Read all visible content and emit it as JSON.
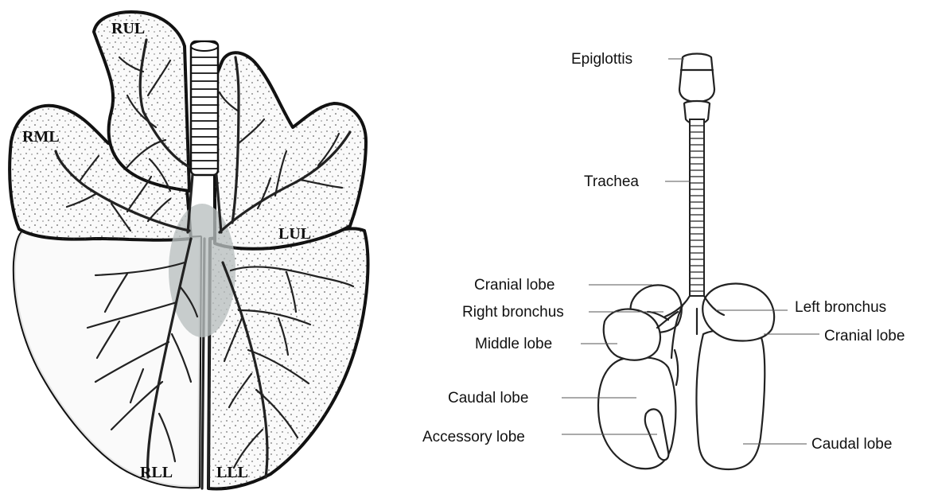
{
  "left_panel": {
    "labels": {
      "rul": "RUL",
      "rml": "RML",
      "lul": "LUL",
      "rll": "RLL",
      "lll": "LLL"
    },
    "highlight_color": "#b9bfbf"
  },
  "right_panel": {
    "labels": {
      "epiglottis": "Epiglottis",
      "trachea": "Trachea",
      "cranial_lobe_right": "Cranial lobe",
      "right_bronchus": "Right bronchus",
      "middle_lobe": "Middle lobe",
      "caudal_lobe_right": "Caudal lobe",
      "accessory_lobe": "Accessory lobe",
      "left_bronchus": "Left bronchus",
      "cranial_lobe_left": "Cranial lobe",
      "caudal_lobe_left": "Caudal lobe"
    }
  }
}
